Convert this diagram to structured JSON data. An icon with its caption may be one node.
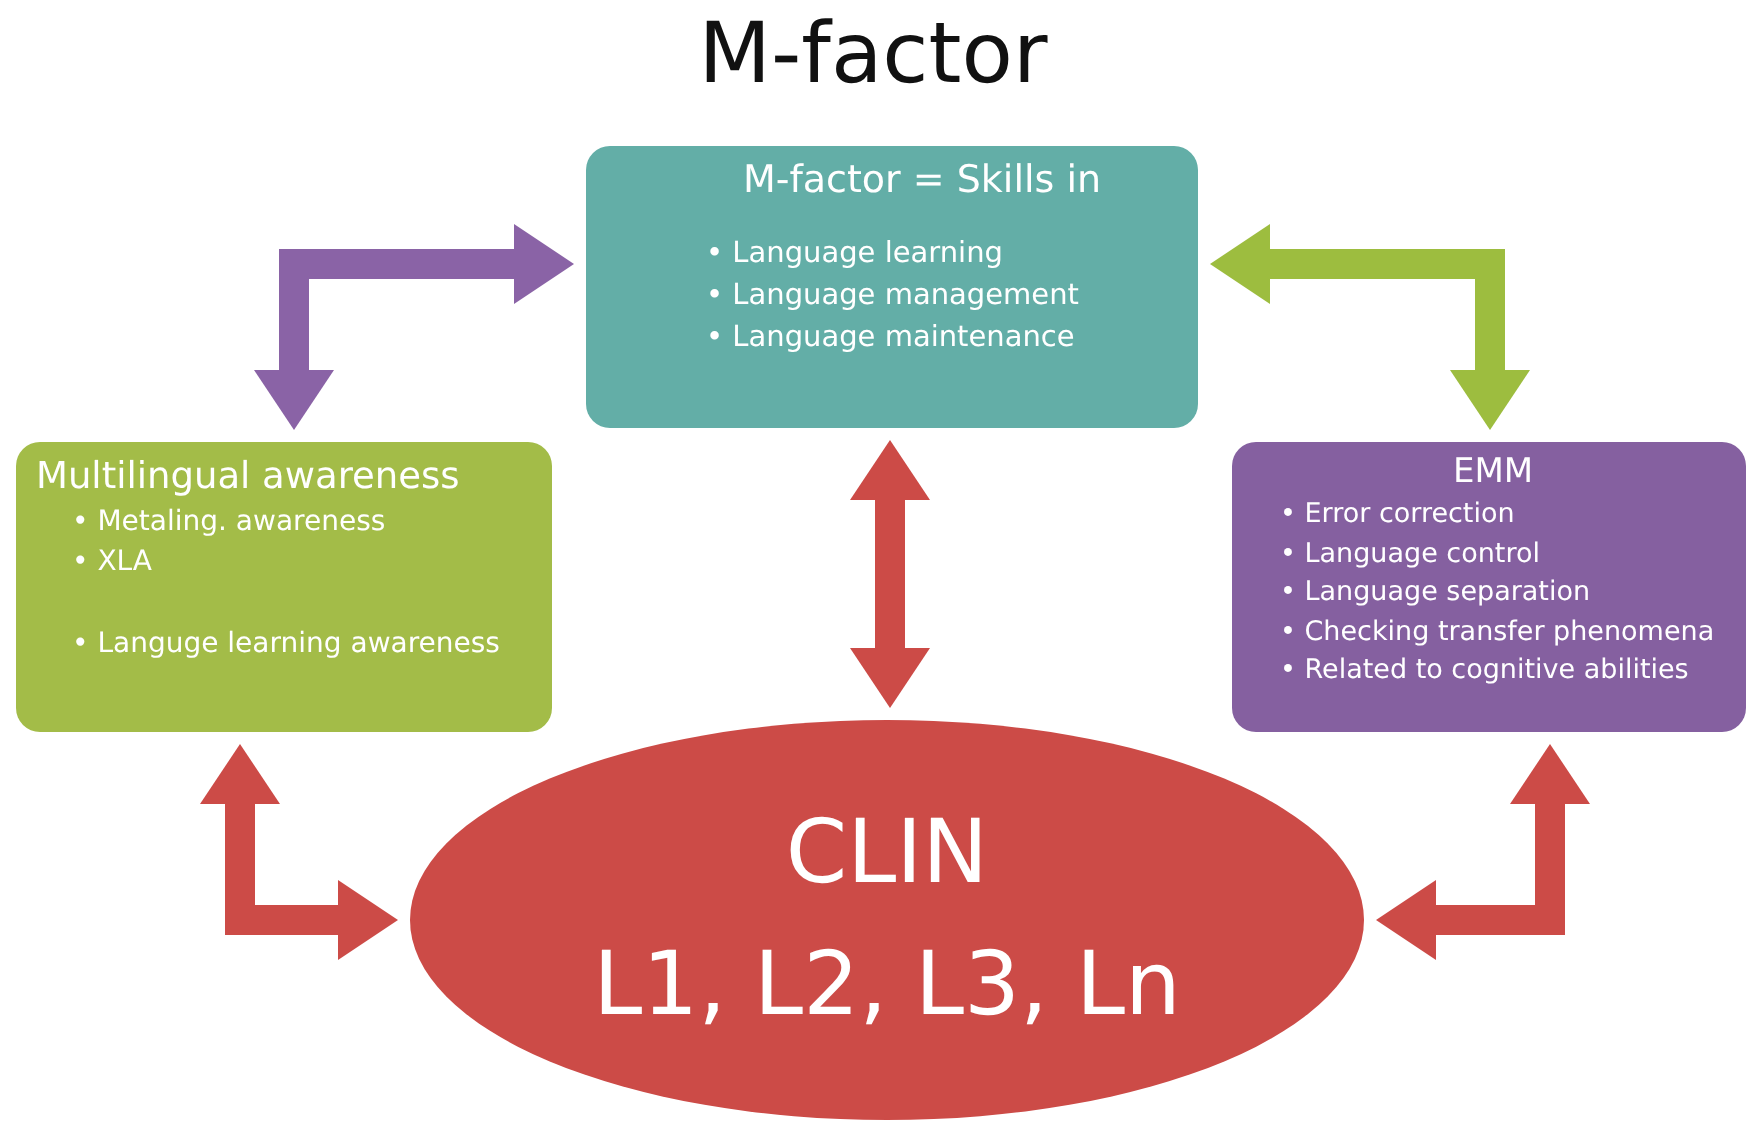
{
  "diagram": {
    "title": "M-factor",
    "nodes": [
      {
        "text": [
          "M-factor = Skills in",
          "• Language learning",
          "• Language management",
          "• Language maintenance"
        ]
      },
      {
        "text": [
          "Multilingual awareness",
          "• Metaling. awareness",
          "• XLA",
          "• Languge learning awareness"
        ]
      },
      {
        "text": [
          "EMM",
          "• Error correction",
          "• Language control",
          "• Language separation",
          "• Checking transfer phenomena",
          "• Related to cognitive abilities"
        ]
      },
      {
        "text": [
          "CLIN",
          "L1, L2, L3, Ln"
        ]
      }
    ],
    "edges": [
      {
        "from": 1,
        "to": 0,
        "arrow": "both",
        "color": "#8a63a6"
      },
      {
        "from": 0,
        "to": 2,
        "arrow": "both",
        "color": "#9dbd3f"
      },
      {
        "from": 0,
        "to": 3,
        "arrow": "both"
      },
      {
        "from": 1,
        "to": 3,
        "arrow": "both"
      },
      {
        "from": 3,
        "to": 2,
        "arrow": "both"
      }
    ]
  }
}
